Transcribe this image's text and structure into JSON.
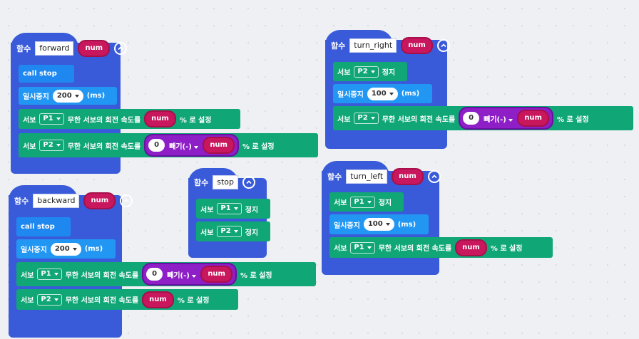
{
  "labels": {
    "function": "함수",
    "call_stop": "call stop",
    "pause": "일시중지",
    "ms": "(ms)",
    "servo": "서보",
    "continuous": "무한 서보의 회전 속도를",
    "percent_set": "% 로 설정",
    "stop_text": "정지",
    "minus": "빼기(-)",
    "zero": "0",
    "num": "num"
  },
  "functions": {
    "forward": {
      "name": "forward",
      "pause": "200",
      "servo1_pin": "P1",
      "servo2_pin": "P2"
    },
    "backward": {
      "name": "backward",
      "pause": "200",
      "servo1_pin": "P1",
      "servo2_pin": "P2"
    },
    "stop": {
      "name": "stop",
      "servo1_pin": "P1",
      "servo2_pin": "P2"
    },
    "turn_right": {
      "name": "turn_right",
      "servo_stop_pin": "P2",
      "pause": "100",
      "servo_run_pin": "P2"
    },
    "turn_left": {
      "name": "turn_left",
      "servo_stop_pin": "P1",
      "pause": "100",
      "servo_run_pin": "P1"
    }
  },
  "colors": {
    "function_block": "#3a5bd9",
    "servo_block": "#10a676",
    "pause_block": "#2196f3",
    "parameter": "#c8175d",
    "math_block": "#8e1fc7"
  }
}
